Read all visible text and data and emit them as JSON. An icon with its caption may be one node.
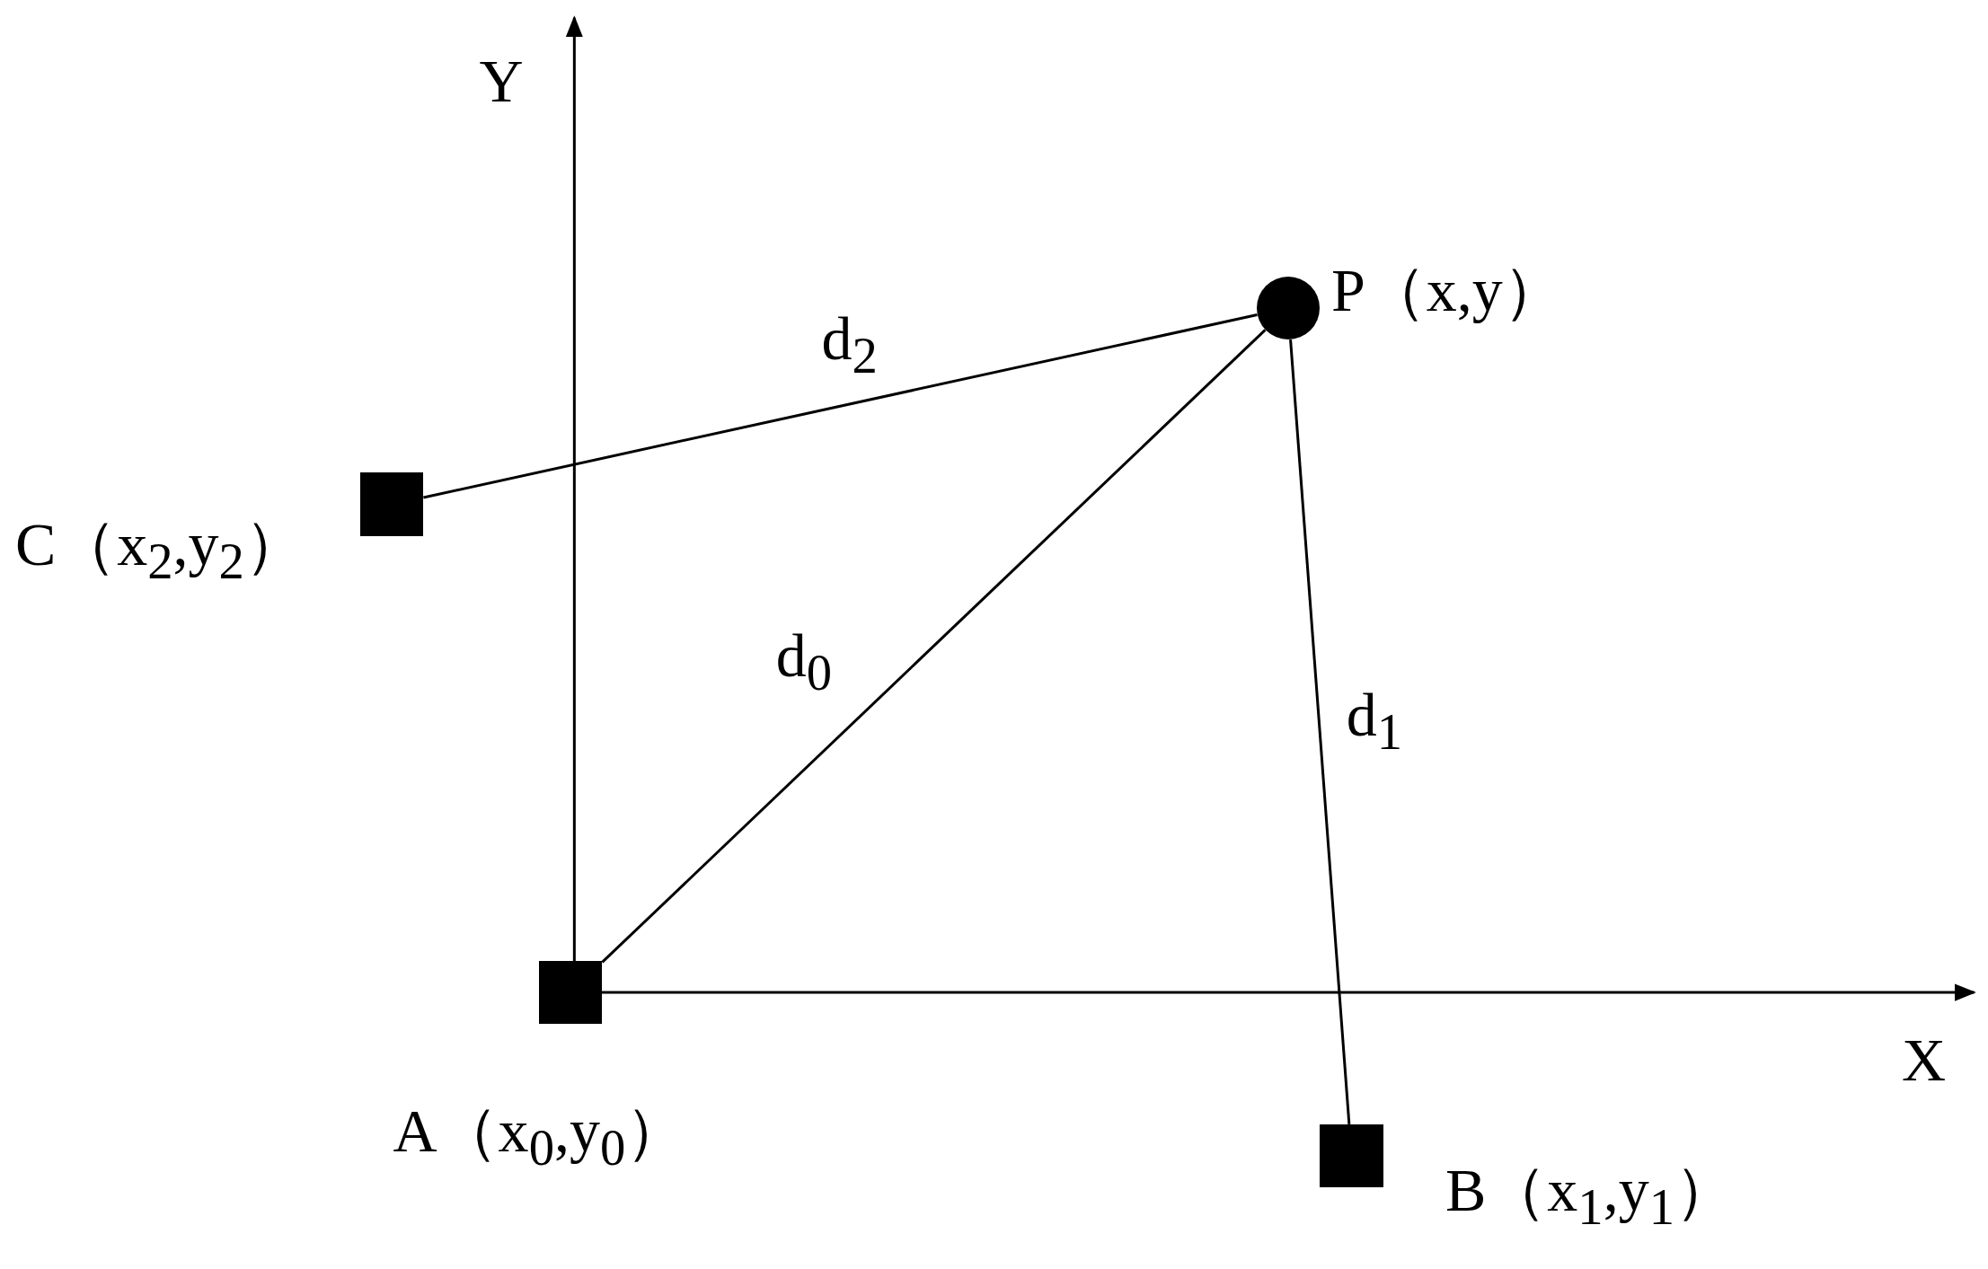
{
  "diagram": {
    "nodes": [
      {
        "text": [],
        "shape": "circle",
        "beside": [
          "P（x,y）"
        ]
      },
      {
        "text": [],
        "shape": "box",
        "beside": [
          "C（x$_{2}$,y$_{2}$）"
        ]
      },
      {
        "text": [],
        "shape": "box",
        "beside": [
          "A（x$_{0}$,y$_{0}$）"
        ]
      },
      {
        "text": [],
        "shape": "box",
        "beside": [
          "B（x$_{1}$,y$_{1}$）"
        ]
      }
    ],
    "edges": [
      {
        "from": 1,
        "to": 0,
        "arrow": "none",
        "label": "d$_{2}$"
      },
      {
        "from": 2,
        "to": 0,
        "arrow": "none",
        "label": "d$_{0}$"
      },
      {
        "from": 3,
        "to": 0,
        "arrow": "none",
        "label": "d$_{1}$"
      }
    ],
    "labels": [
      "Y",
      "X"
    ]
  }
}
